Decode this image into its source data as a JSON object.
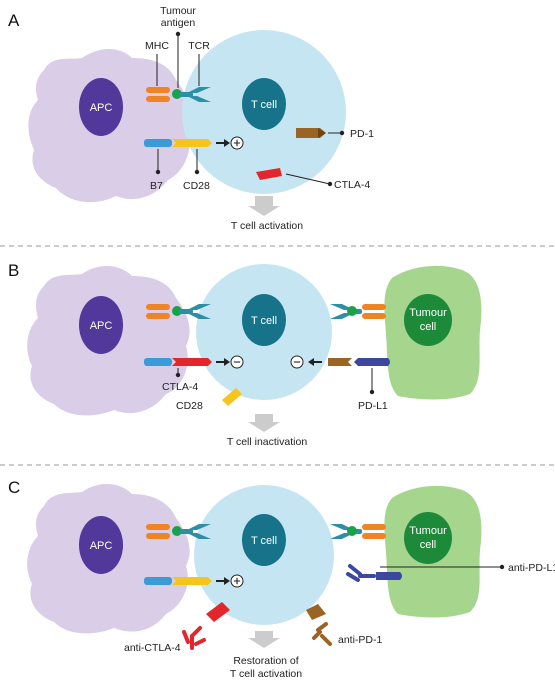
{
  "colors": {
    "apc_body": "#d9cde8",
    "apc_nucleus": "#52389a",
    "t_cell_body": "#c6e5f3",
    "t_cell_nucleus": "#16738a",
    "tumour_body": "#a6d58d",
    "tumour_nucleus": "#1d8a3a",
    "mhc": "#ef8424",
    "tcr": "#2c8fa6",
    "antigen": "#18a24a",
    "b7": "#3a9bd6",
    "cd28": "#f5c51c",
    "ctla4": "#e2262b",
    "pd1": "#9a6424",
    "pdl1": "#3c48a0",
    "arrow": "#cccccc"
  },
  "panels": {
    "a": {
      "letter": "A",
      "apc_label": "APC",
      "t_cell_label": "T cell",
      "tumour_antigen_label_1": "Tumour",
      "tumour_antigen_label_2": "antigen",
      "mhc_label": "MHC",
      "tcr_label": "TCR",
      "pd1_label": "PD-1",
      "b7_label": "B7",
      "cd28_label": "CD28",
      "ctla4_label": "CTLA-4",
      "signal": "+",
      "outcome": "T cell activation"
    },
    "b": {
      "letter": "B",
      "apc_label": "APC",
      "t_cell_label": "T cell",
      "tumour_label_1": "Tumour",
      "tumour_label_2": "cell",
      "ctla4_label": "CTLA-4",
      "cd28_label": "CD28",
      "pdl1_label": "PD-L1",
      "signal_left": "−",
      "signal_right": "−",
      "outcome": "T cell inactivation"
    },
    "c": {
      "letter": "C",
      "apc_label": "APC",
      "t_cell_label": "T cell",
      "tumour_label_1": "Tumour",
      "tumour_label_2": "cell",
      "anti_pdl1_label": "anti-PD-L1",
      "anti_ctla4_label": "anti-CTLA-4",
      "anti_pd1_label": "anti-PD-1",
      "signal": "+",
      "outcome_1": "Restoration of",
      "outcome_2": "T cell activation"
    }
  }
}
